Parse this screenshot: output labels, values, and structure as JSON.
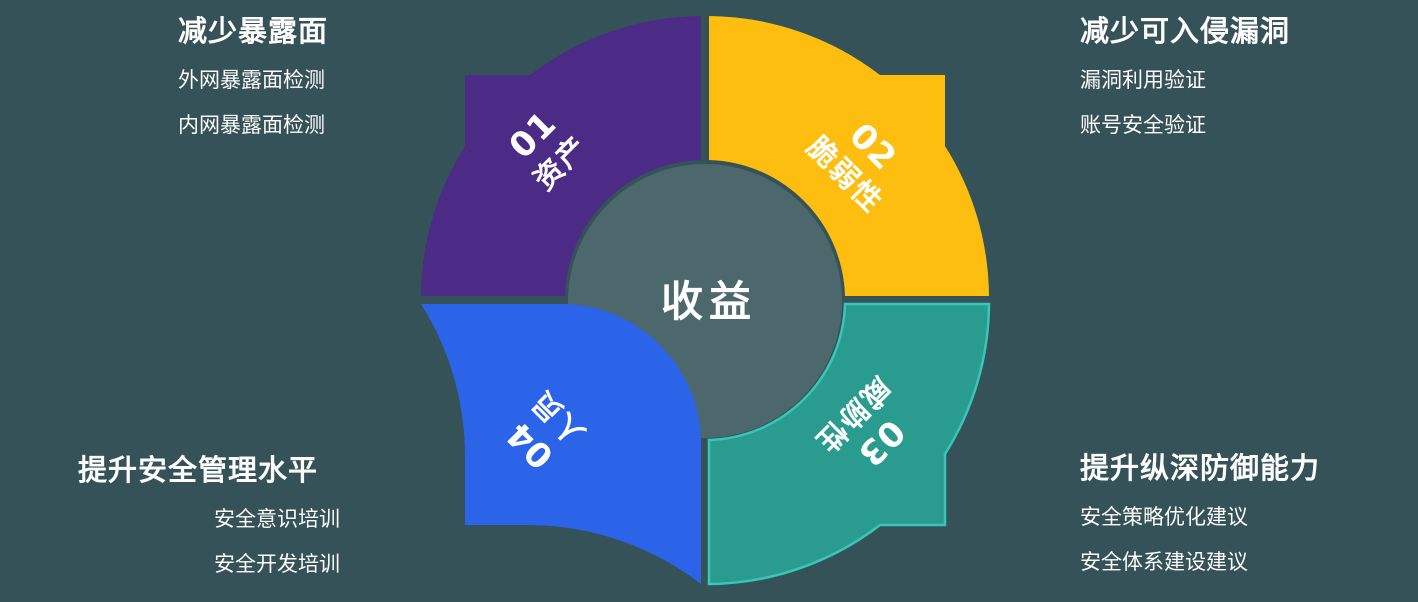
{
  "palette": {
    "background": "#355258",
    "inner_disc": "#4C686C",
    "text": "#fdfcfd",
    "teal_stroke": "#38C7B7"
  },
  "center": {
    "label": "收益"
  },
  "wheel": {
    "segments": [
      {
        "number": "01",
        "label": "资产",
        "color": "#4B2B86"
      },
      {
        "number": "02",
        "label": "脆弱性",
        "color": "#FDBE10"
      },
      {
        "number": "03",
        "label": "威胁性",
        "color": "#2A9C8F"
      },
      {
        "number": "04",
        "label": "人员",
        "color": "#2B64E8"
      }
    ]
  },
  "corners": {
    "top_left": {
      "title": "减少暴露面",
      "items": [
        "外网暴露面检测",
        "内网暴露面检测"
      ]
    },
    "top_right": {
      "title": "减少可入侵漏洞",
      "items": [
        "漏洞利用验证",
        "账号安全验证"
      ]
    },
    "bottom_left": {
      "title": "提升安全管理水平",
      "items": [
        "安全意识培训",
        "安全开发培训"
      ]
    },
    "bottom_right": {
      "title": "提升纵深防御能力",
      "items": [
        "安全策略优化建议",
        "安全体系建设建议"
      ]
    }
  }
}
